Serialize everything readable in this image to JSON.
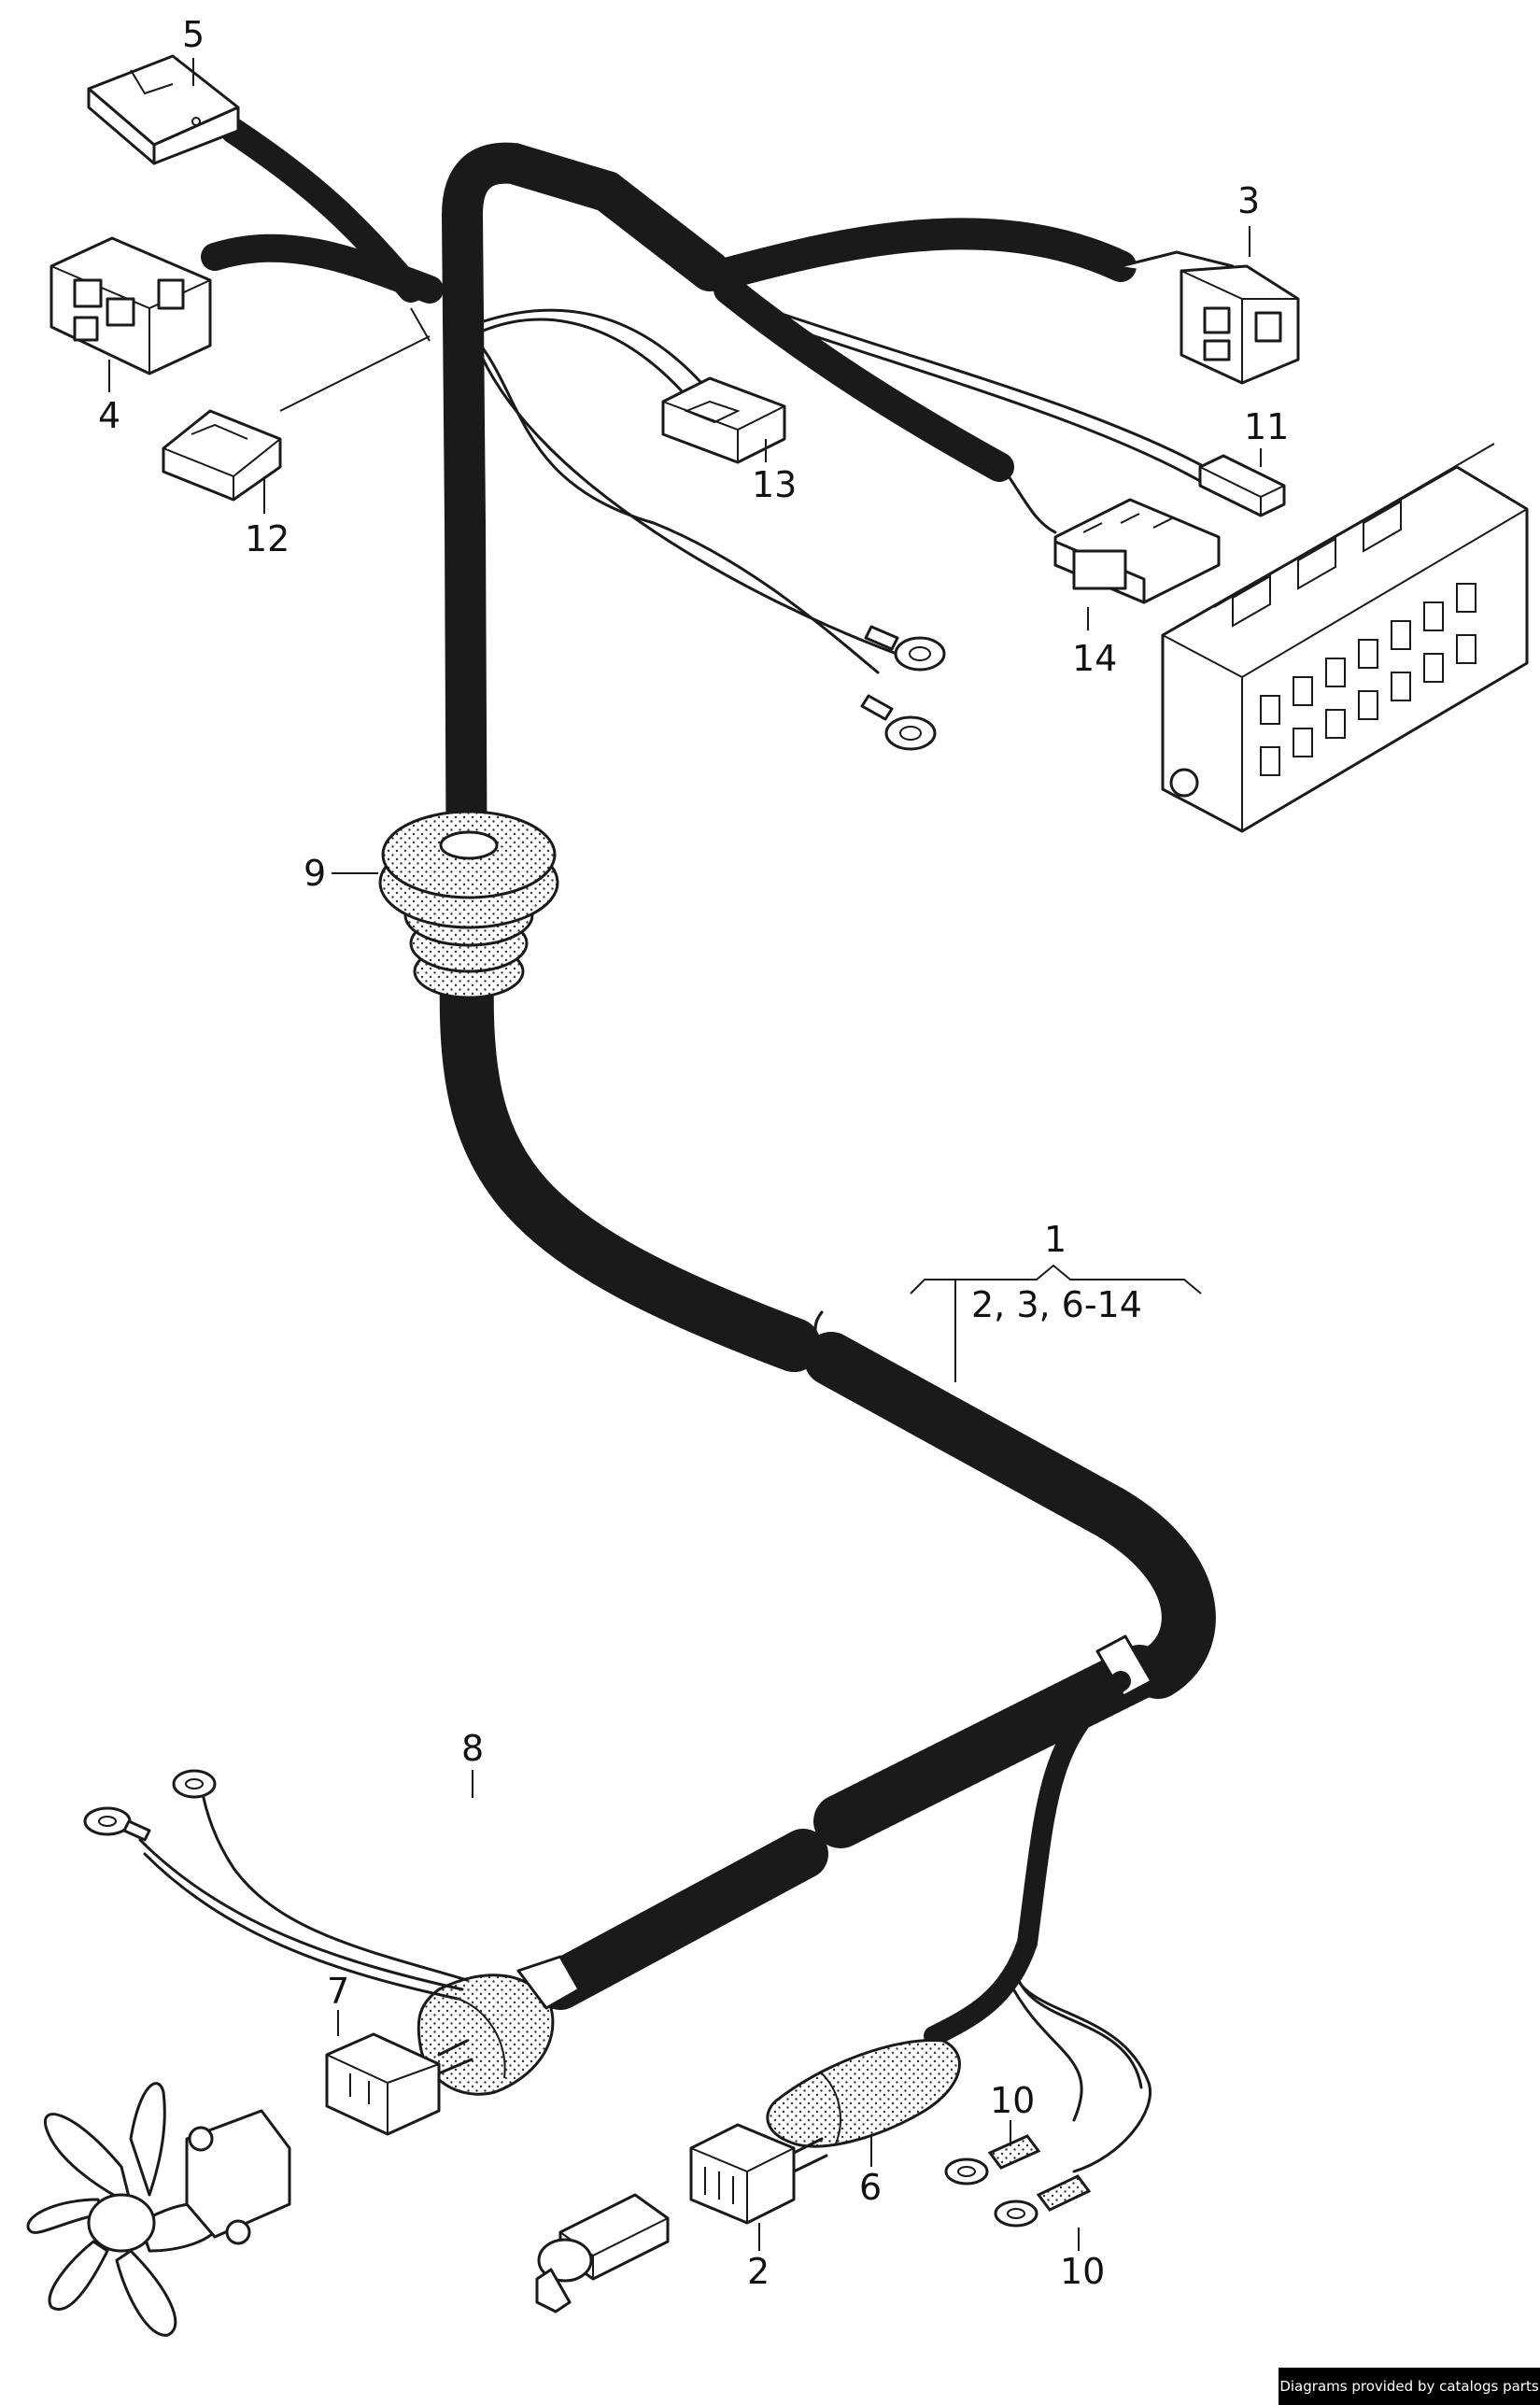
{
  "callouts": {
    "c1": "1",
    "c1_range": "2, 3,  6-14",
    "c2": "2",
    "c3": "3",
    "c4": "4",
    "c5": "5",
    "c6": "6",
    "c7": "7",
    "c8": "8",
    "c9": "9",
    "c10a": "10",
    "c10b": "10",
    "c11": "11",
    "c12": "12",
    "c13": "13",
    "c14": "14"
  },
  "footer": {
    "credit": "Diagrams provided by catalogs parts"
  }
}
